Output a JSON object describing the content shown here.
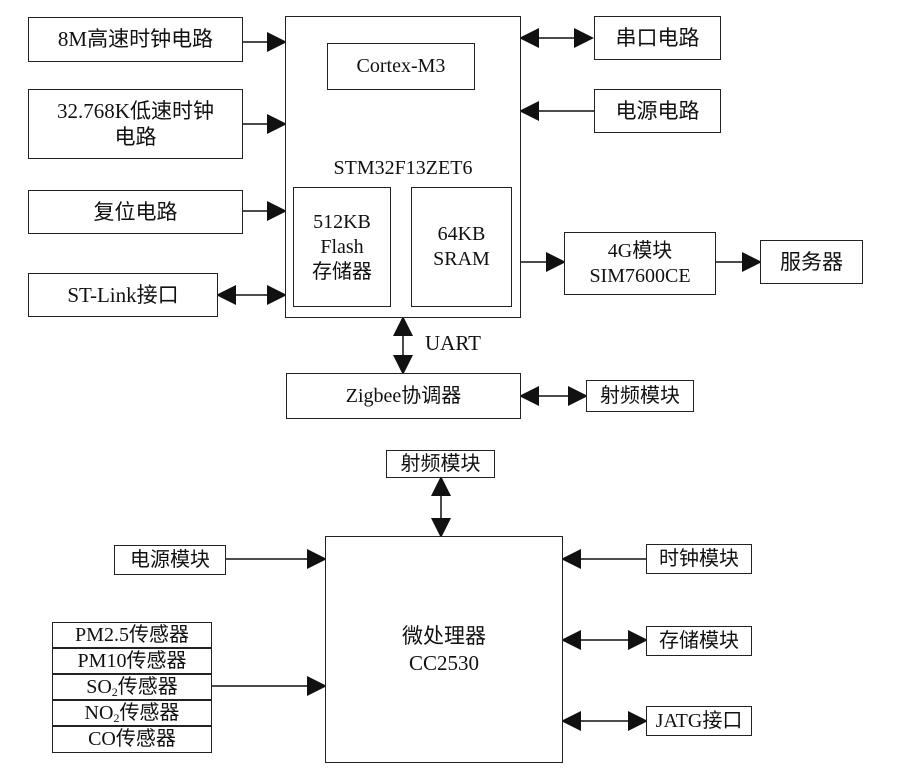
{
  "top": {
    "mcu": {
      "core": "Cortex-M3",
      "model": "STM32F13ZET6",
      "flash": [
        "512KB",
        "Flash",
        "存储器"
      ],
      "sram": [
        "64KB",
        "SRAM"
      ]
    },
    "left_blocks": {
      "hs_clock": "8M高速时钟电路",
      "ls_clock": [
        "32.768K低速时钟",
        "电路"
      ],
      "reset": "复位电路",
      "stlink": "ST-Link接口"
    },
    "right_blocks": {
      "uart_circuit": "串口电路",
      "power_circuit": "电源电路",
      "module_4g": [
        "4G模块",
        "SIM7600CE"
      ],
      "server": "服务器"
    },
    "uart_label": "UART",
    "coordinator": "Zigbee协调器",
    "rf_module": "射频模块"
  },
  "bottom": {
    "rf_module": "射频模块",
    "power_module": "电源模块",
    "mcu": [
      "微处理器",
      "CC2530"
    ],
    "clock_module": "时钟模块",
    "storage_module": "存储模块",
    "jatg": "JATG接口",
    "sensors": {
      "pm25": "PM2.5传感器",
      "pm10": "PM10传感器",
      "so2_base": "SO",
      "so2_sub": "2",
      "so2_rest": "传感器",
      "no2_base": "NO",
      "no2_sub": "2",
      "no2_rest": "传感器",
      "co": "CO传感器"
    }
  }
}
